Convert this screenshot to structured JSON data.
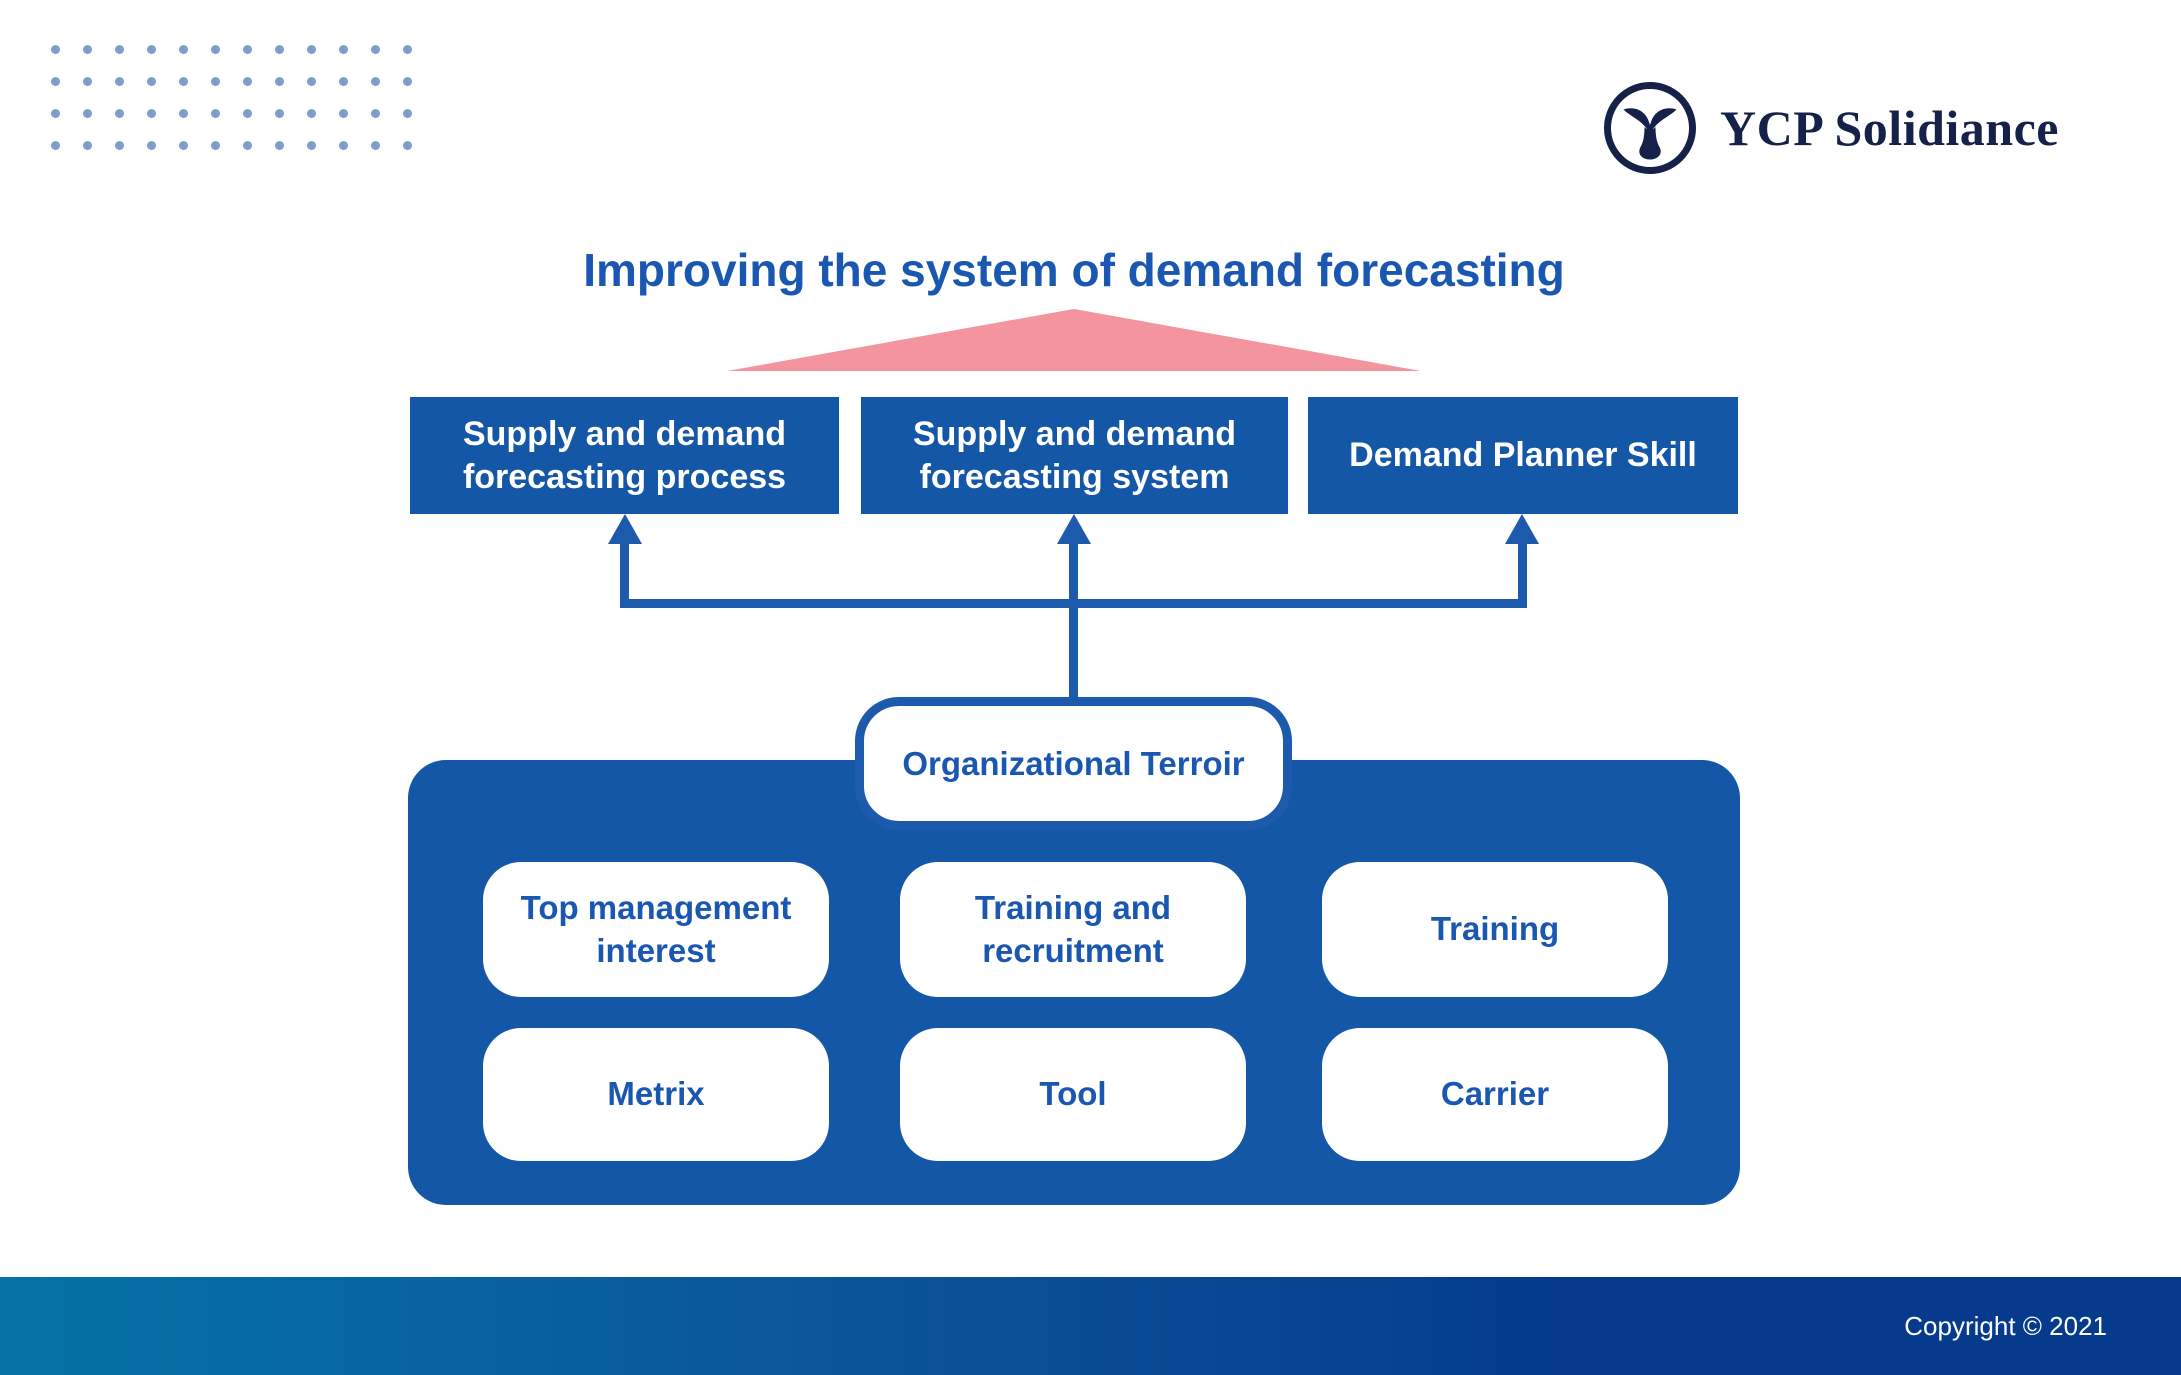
{
  "theme": {
    "accent_blue": "#1557A7",
    "line_blue": "#1E5AAB",
    "text_blue": "#1A57B0",
    "pink": "#F3949F",
    "dot_color": "#7C9CD3",
    "navy": "#162149",
    "footer_left": "#0573A6",
    "footer_mid": "#0B5096",
    "footer_right": "#053A8D"
  },
  "header": {
    "logo_text": "YCP Solidiance"
  },
  "diagram": {
    "title": "Improving the system of demand forecasting",
    "top_boxes": [
      {
        "label": "Supply and demand forecasting process"
      },
      {
        "label": "Supply and demand forecasting system"
      },
      {
        "label": "Demand Planner Skill"
      }
    ],
    "hub": {
      "label": "Organizational Terroir"
    },
    "factors": [
      {
        "label": "Top management interest"
      },
      {
        "label": "Training and recruitment"
      },
      {
        "label": "Training"
      },
      {
        "label": "Metrix"
      },
      {
        "label": "Tool"
      },
      {
        "label": "Carrier"
      }
    ]
  },
  "footer": {
    "copyright": "Copyright © 2021"
  }
}
